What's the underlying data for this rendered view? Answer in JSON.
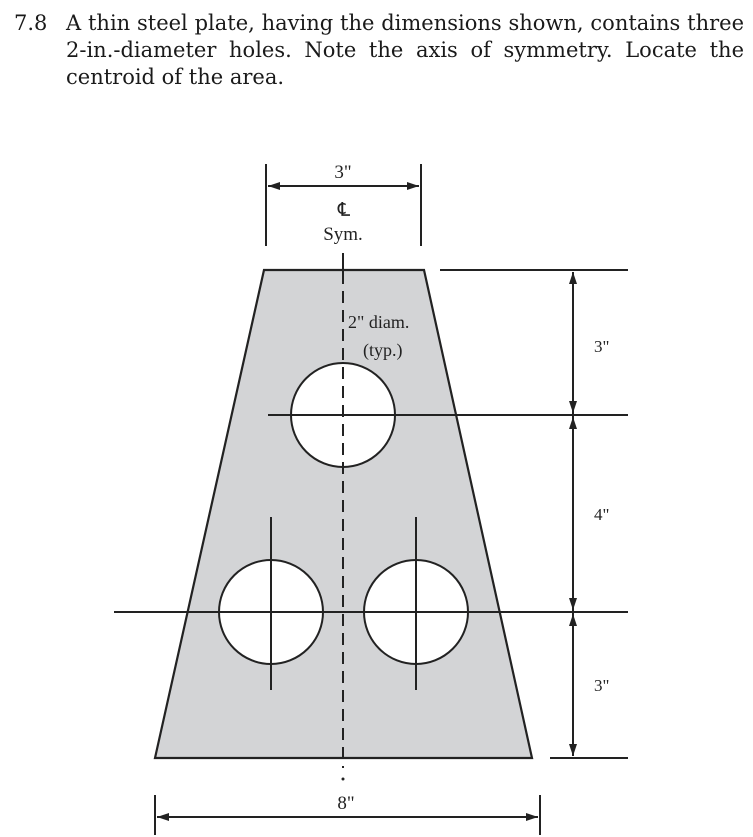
{
  "problem": {
    "number": "7.8",
    "text": "A thin steel plate, having the dimensions shown, contains three 2-in.-diameter holes. Note the axis of symmetry. Locate the centroid of the area."
  },
  "figure": {
    "plate_color": "#d3d4d6",
    "line_color": "#222222",
    "labels": {
      "top_width": "3\"",
      "centerline_symbol": "℄",
      "symmetry": "Sym.",
      "hole_diameter": "2\" diam.",
      "hole_typical": "(typ.)",
      "dim_upper": "3\"",
      "dim_middle": "4\"",
      "dim_lower": "3\"",
      "bottom_width": "8\""
    },
    "dimensions_in": {
      "top_width": 3,
      "bottom_width": 8,
      "height_segments": [
        3,
        4,
        3
      ],
      "hole_diameter": 2,
      "hole_count": 3
    }
  }
}
